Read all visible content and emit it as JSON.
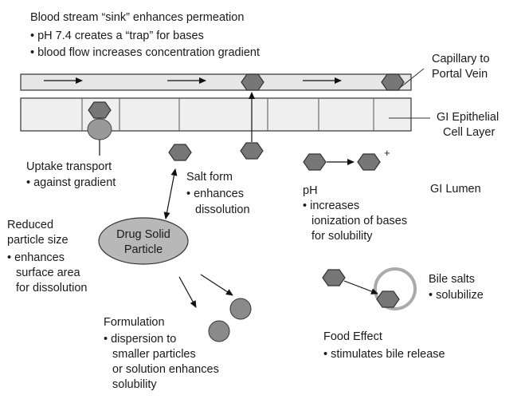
{
  "blood_stream": {
    "title": "Blood stream “sink” enhances permeation",
    "bullets": [
      "pH 7.4 creates a “trap” for bases",
      "blood flow increases concentration gradient"
    ]
  },
  "capillary_label": [
    "Capillary to",
    "Portal Vein"
  ],
  "epithelial_label": [
    "GI Epithelial",
    "Cell Layer"
  ],
  "uptake": {
    "title": "Uptake transport",
    "bullet": "against gradient"
  },
  "salt_form": {
    "title": "Salt form",
    "bullet": [
      "enhances",
      "dissolution"
    ]
  },
  "ph": {
    "title": "pH",
    "bullet": [
      "increases",
      "ionization of bases",
      "for solubility"
    ],
    "charge": "+"
  },
  "gi_lumen": "GI Lumen",
  "particle_size": {
    "title": [
      "Reduced",
      "particle size"
    ],
    "bullet": [
      "enhances",
      "surface area",
      "for dissolution"
    ]
  },
  "drug_particle": [
    "Drug Solid",
    "Particle"
  ],
  "bile": {
    "title": "Bile salts",
    "bullet": "solubilize"
  },
  "formulation": {
    "title": "Formulation",
    "bullet": [
      "dispersion to",
      "smaller particles",
      "or solution enhances",
      "solubility"
    ]
  },
  "food_effect": {
    "title": "Food Effect",
    "bullet": "stimulates bile release"
  },
  "colors": {
    "capillary": "#e8e8e8",
    "cell_layer": "#eeeeee",
    "drug": "#777777",
    "outline": "#333333",
    "particle": "#b8b8b8",
    "bile_ring": "#a8a8a8"
  }
}
